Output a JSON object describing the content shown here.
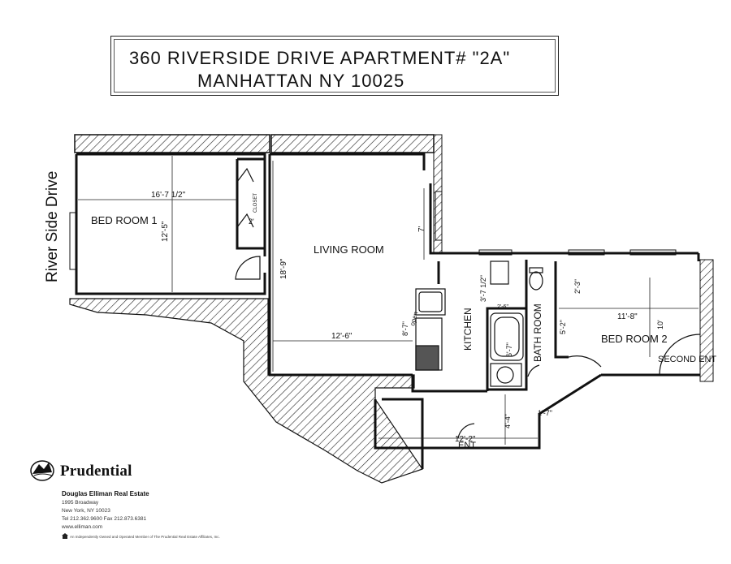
{
  "title": {
    "line1": "360  RIVERSIDE DRIVE APARTMENT# \"2A\"",
    "line2": "MANHATTAN NY 10025"
  },
  "street_label": "River Side Drive",
  "rooms": {
    "bedroom1": {
      "name": "BED ROOM 1",
      "width": "16'-7 1/2\"",
      "depth": "12'-5\""
    },
    "closet": {
      "name": "CLOSET",
      "width": "2'"
    },
    "living_room": {
      "name": "LIVING ROOM",
      "depth": "18'-9\"",
      "width": "12'-6\"",
      "window_dim": "7'"
    },
    "kitchen": {
      "name": "KITCHEN",
      "dim1": "8'-7\"",
      "open_label": "open",
      "dim_top": "3'-7 1/2\"",
      "dim_small": "2'-6\""
    },
    "bathroom": {
      "name": "BATH ROOM",
      "dim": "6'-7\""
    },
    "bedroom2": {
      "name": "BED ROOM 2",
      "width": "11'-8\"",
      "depth": "10'",
      "dim_a": "2'-3\"",
      "dim_b": "5'-2\""
    },
    "second_entry": "SECOND ENT",
    "entry": {
      "name": "ENT",
      "width": "12'-2\"",
      "depth": "4'-4\"",
      "dim": "1'-7\""
    }
  },
  "brand": {
    "name": "Prudential",
    "firm": "Douglas Elliman Real Estate",
    "address1": "1995 Broadway",
    "address2": "New York, NY 10023",
    "phone": "Tel 212.362.9600  Fax 212.873.6381",
    "web": "www.elliman.com",
    "disclaimer": "An Independently Owned and Operated Member of The Prudential Real Estate Affiliates, Inc."
  }
}
